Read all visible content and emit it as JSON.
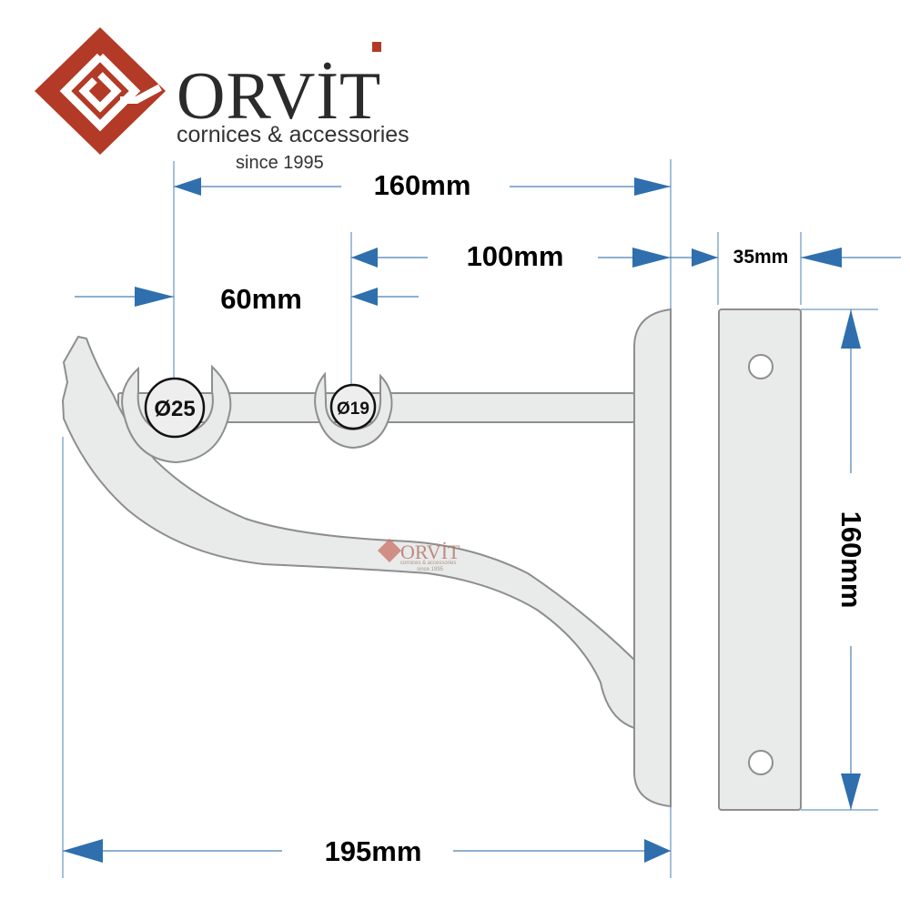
{
  "brand": {
    "name": "ORVİT",
    "tagline": "cornices & accessories",
    "since": "since 1995",
    "logo_color": "#b23a26",
    "text_color": "#2b2b2b"
  },
  "watermark": {
    "name": "ORVİT",
    "tagline": "cornices & accessories",
    "since": "since 1995"
  },
  "dimensions": {
    "total_projection_to_outer_rod": "160mm",
    "projection_to_inner_rod": "100mm",
    "rod_spacing": "60mm",
    "base_plate_width": "35mm",
    "base_plate_height": "160mm",
    "total_length": "195mm"
  },
  "rods": {
    "outer_rod_diameter": "Ø25",
    "inner_rod_diameter": "Ø19"
  },
  "colors": {
    "arrow": "#2f6fad",
    "dimension_line": "#4a80b4",
    "part_fill": "#e9eaea",
    "part_stroke": "#8e8e8e"
  }
}
